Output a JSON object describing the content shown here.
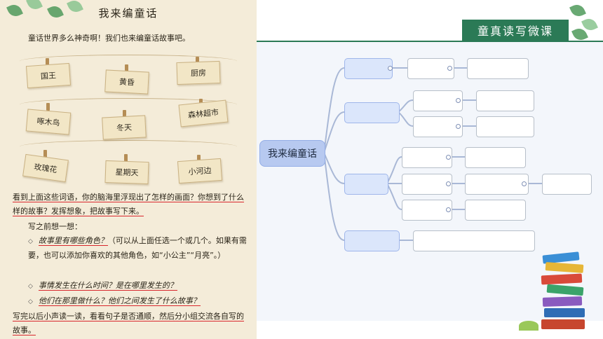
{
  "header": {
    "title": "童真读写微课"
  },
  "book": {
    "title": "我来编童话",
    "intro": "童话世界多么神奇啊！我们也来编童话故事吧。",
    "cards": [
      "国王",
      "黄昏",
      "厨房",
      "啄木鸟",
      "冬天",
      "森林超市",
      "玫瑰花",
      "星期天",
      "小河边"
    ],
    "para1": "看到上面这些词语，你的脑海里浮现出了怎样的画面？你想到了什么样的故事？发挥想象，把故事写下来。",
    "think": "写之前想一想：",
    "q1": "故事里有哪些角色？",
    "q1_rest": "（可以从上面任选一个或几个。如果有需要，也可以添加你喜欢的其他角色，如“小公主”“月亮”。）",
    "q2": "事情发生在什么时间？是在哪里发生的？",
    "q3": "他们在那里做什么？他们之间发生了什么故事？",
    "para_end": "写完以后小声读一读，看看句子是否通顺，然后分小组交流各自写的故事。"
  },
  "mindmap": {
    "root": "我来编童话"
  },
  "colors": {
    "accent": "#2b7a56",
    "node": "#dbe6fb",
    "underline": "#d8262c"
  }
}
